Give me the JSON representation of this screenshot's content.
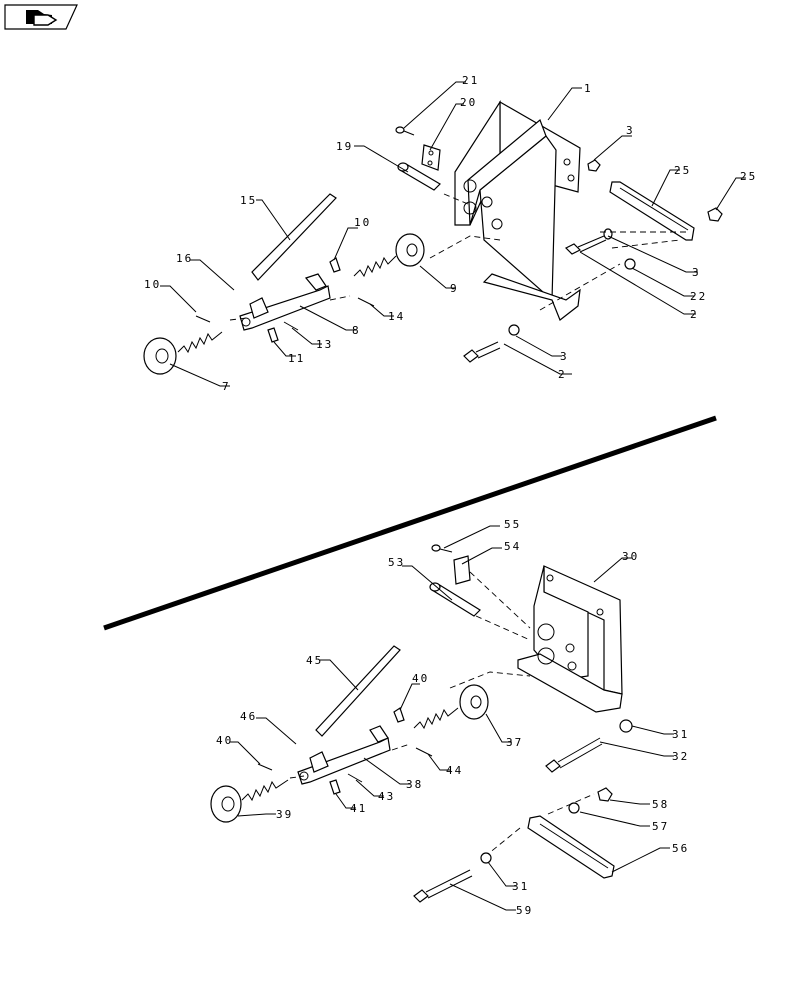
{
  "nav_badge": {
    "icon": "folder-arrow-icon"
  },
  "labels": {
    "top": [
      "1",
      "2",
      "2",
      "3",
      "3",
      "3",
      "7",
      "8",
      "9",
      "10",
      "10",
      "11",
      "13",
      "14",
      "15",
      "16",
      "19",
      "20",
      "21",
      "22",
      "25",
      "25"
    ],
    "bottom": [
      "30",
      "31",
      "31",
      "32",
      "37",
      "38",
      "39",
      "40",
      "40",
      "41",
      "43",
      "44",
      "45",
      "46",
      "53",
      "54",
      "55",
      "56",
      "57",
      "58",
      "59"
    ]
  }
}
